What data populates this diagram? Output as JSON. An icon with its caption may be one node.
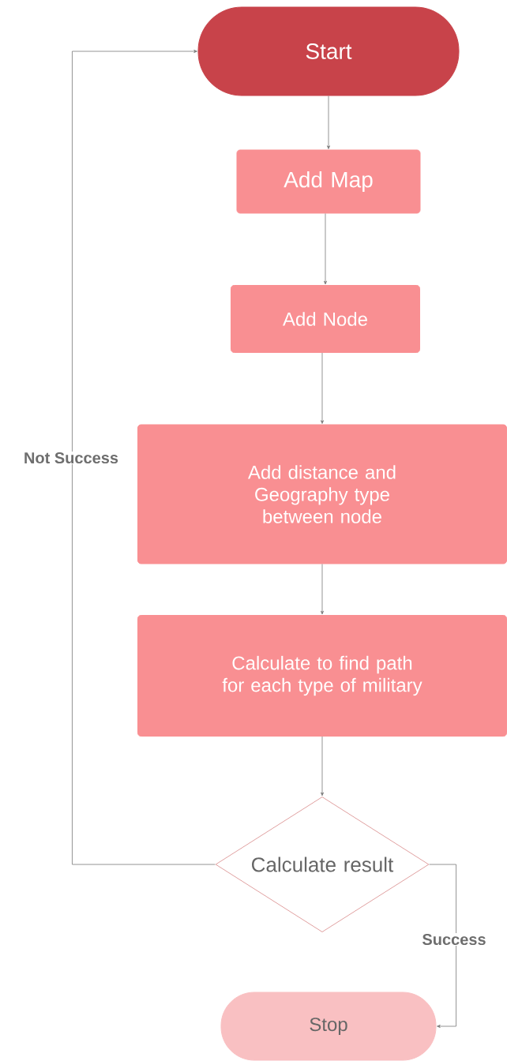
{
  "diagram": {
    "nodes": [
      {
        "text": [
          "Start"
        ]
      },
      {
        "text": [
          "Add Map"
        ]
      },
      {
        "text": [
          "Add Node"
        ]
      },
      {
        "text": [
          "Add  distance and Geography type between node"
        ]
      },
      {
        "text": [
          "Calculate to find path for each type of military"
        ]
      },
      {
        "text": [
          "Calculate result"
        ]
      },
      {
        "text": [
          "Stop"
        ]
      }
    ],
    "edges": [
      {
        "from": 0,
        "to": 1,
        "arrow": "to"
      },
      {
        "from": 1,
        "to": 2,
        "arrow": "to"
      },
      {
        "from": 2,
        "to": 3,
        "arrow": "to"
      },
      {
        "from": 3,
        "to": 4,
        "arrow": "to"
      },
      {
        "from": 4,
        "to": 5,
        "arrow": "to"
      },
      {
        "from": 5,
        "to": 0,
        "arrow": "to",
        "label": "Not Success"
      },
      {
        "from": 5,
        "to": 6,
        "arrow": "to",
        "label": "Success"
      }
    ]
  }
}
